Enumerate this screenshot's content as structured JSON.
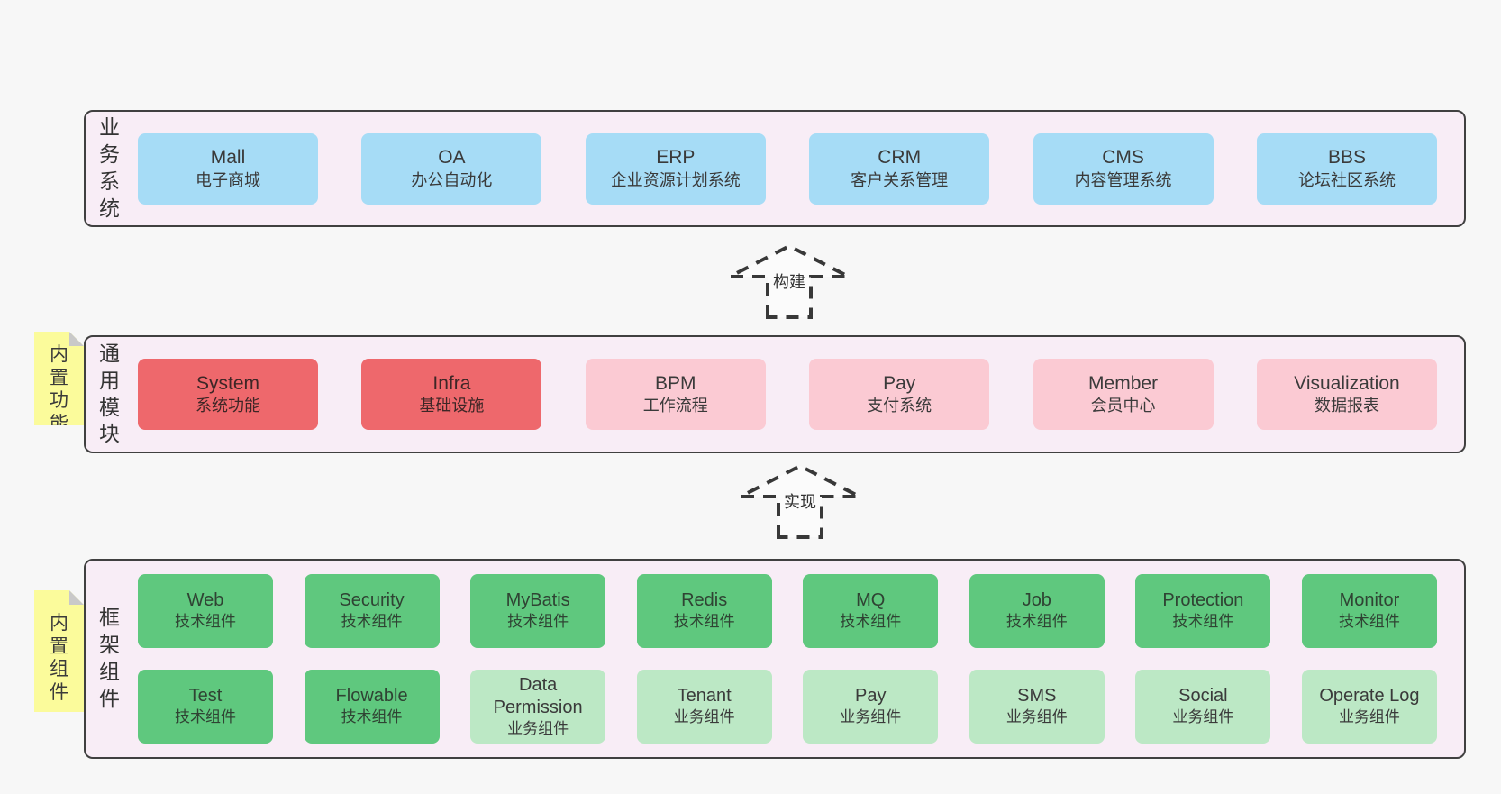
{
  "colors": {
    "page_bg": "#f7f7f7",
    "band_bg": "#f8edf6",
    "band_border": "#404040",
    "box_blue": "#a6dcf6",
    "box_red": "#ee686c",
    "box_pink": "#fbcad3",
    "box_green": "#5fc87e",
    "box_light_green": "#bce8c5",
    "note_yellow": "#fbfb9b",
    "note_fold_gray": "#c9c9c9",
    "text": "#3a3a3a",
    "arrow_stroke": "#383838"
  },
  "arrows": [
    {
      "label": "构建"
    },
    {
      "label": "实现"
    }
  ],
  "bands": [
    {
      "label": "业务系统",
      "items": [
        {
          "title": "Mall",
          "subtitle": "电子商城"
        },
        {
          "title": "OA",
          "subtitle": "办公自动化"
        },
        {
          "title": "ERP",
          "subtitle": "企业资源计划系统"
        },
        {
          "title": "CRM",
          "subtitle": "客户关系管理"
        },
        {
          "title": "CMS",
          "subtitle": "内容管理系统"
        },
        {
          "title": "BBS",
          "subtitle": "论坛社区系统"
        }
      ]
    },
    {
      "label": "通用模块",
      "note": "内置功能",
      "items": [
        {
          "title": "System",
          "subtitle": "系统功能"
        },
        {
          "title": "Infra",
          "subtitle": "基础设施"
        },
        {
          "title": "BPM",
          "subtitle": "工作流程"
        },
        {
          "title": "Pay",
          "subtitle": "支付系统"
        },
        {
          "title": "Member",
          "subtitle": "会员中心"
        },
        {
          "title": "Visualization",
          "subtitle": "数据报表"
        }
      ]
    },
    {
      "label": "框架组件",
      "note": "内置组件",
      "rows": [
        [
          {
            "title": "Web",
            "subtitle": "技术组件"
          },
          {
            "title": "Security",
            "subtitle": "技术组件"
          },
          {
            "title": "MyBatis",
            "subtitle": "技术组件"
          },
          {
            "title": "Redis",
            "subtitle": "技术组件"
          },
          {
            "title": "MQ",
            "subtitle": "技术组件"
          },
          {
            "title": "Job",
            "subtitle": "技术组件"
          },
          {
            "title": "Protection",
            "subtitle": "技术组件"
          },
          {
            "title": "Monitor",
            "subtitle": "技术组件"
          }
        ],
        [
          {
            "title": "Test",
            "subtitle": "技术组件"
          },
          {
            "title": "Flowable",
            "subtitle": "技术组件"
          },
          {
            "title": "Data Permission",
            "subtitle": "业务组件"
          },
          {
            "title": "Tenant",
            "subtitle": "业务组件"
          },
          {
            "title": "Pay",
            "subtitle": "业务组件"
          },
          {
            "title": "SMS",
            "subtitle": "业务组件"
          },
          {
            "title": "Social",
            "subtitle": "业务组件"
          },
          {
            "title": "Operate Log",
            "subtitle": "业务组件"
          }
        ]
      ]
    }
  ]
}
